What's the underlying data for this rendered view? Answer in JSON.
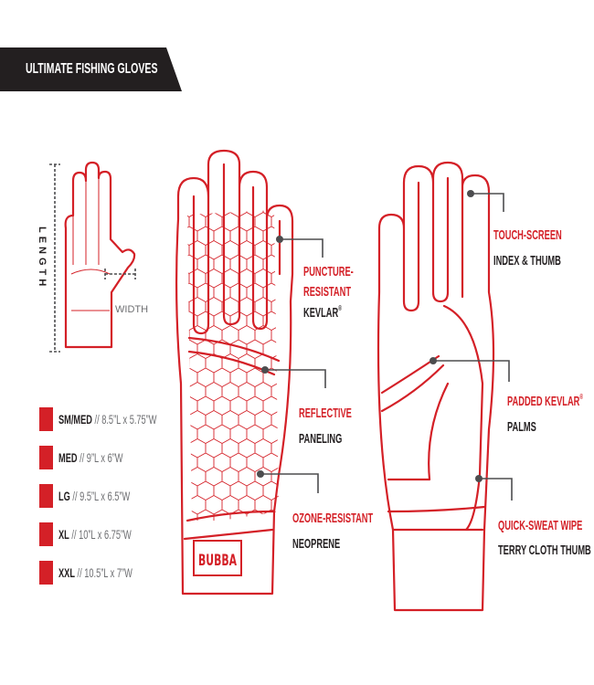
{
  "header": {
    "title": "ULTIMATE FISHING GLOVES"
  },
  "dimensions": {
    "length_label": "LENGTH",
    "width_label": "WIDTH"
  },
  "sizes": [
    {
      "name": "SM/MED",
      "dims": " // 8.5”L x 5.75”W"
    },
    {
      "name": "MED",
      "dims": " // 9”L x 6”W"
    },
    {
      "name": "LG",
      "dims": " // 9.5”L x 6.5”W"
    },
    {
      "name": "XL",
      "dims": " // 10”L x 6.75”W"
    },
    {
      "name": "XXL",
      "dims": " // 10.5”L x 7”W"
    }
  ],
  "brand_logo": "BUBBA",
  "features_back": [
    {
      "lines_red": [
        "PUNCTURE-",
        "RESISTANT"
      ],
      "line_black": "KEVLAR",
      "mark": "®"
    },
    {
      "lines_red": [
        "REFLECTIVE"
      ],
      "line_black": "PANELING"
    },
    {
      "lines_red": [
        "OZONE-RESISTANT"
      ],
      "line_black": "NEOPRENE"
    }
  ],
  "features_palm": [
    {
      "line_red": "TOUCH-SCREEN",
      "line_black": "INDEX & THUMB"
    },
    {
      "line_red": "PADDED KEVLAR",
      "mark": "®",
      "line_black": "PALMS"
    },
    {
      "line_red": "QUICK-SWEAT WIPE",
      "line_black": "TERRY CLOTH THUMB"
    }
  ],
  "colors": {
    "accent": "#d42027",
    "banner": "#231f20",
    "text": "#231f20"
  }
}
